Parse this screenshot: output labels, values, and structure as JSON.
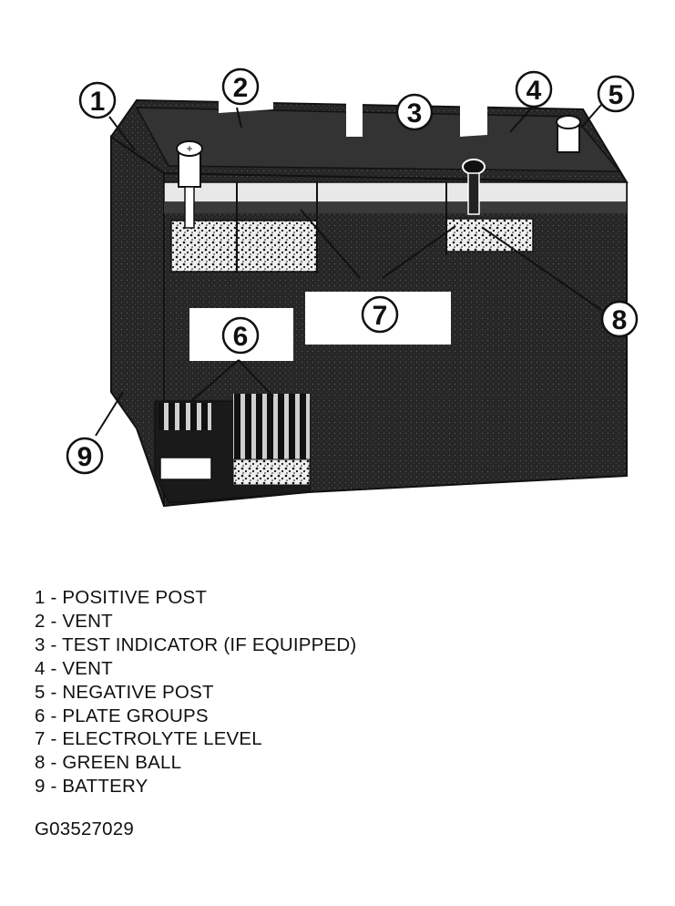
{
  "callouts": [
    "1",
    "2",
    "3",
    "4",
    "5",
    "6",
    "7",
    "8",
    "9"
  ],
  "legend": [
    "1 - POSITIVE POST",
    "2 - VENT",
    "3 - TEST INDICATOR (IF EQUIPPED)",
    "4 - VENT",
    "5 - NEGATIVE POST",
    "6 - PLATE GROUPS",
    "7 - ELECTROLYTE LEVEL",
    "8 - GREEN BALL",
    "9 - BATTERY"
  ],
  "figure_code": "G03527029",
  "colors": {
    "ink": "#111111",
    "paper": "#ffffff",
    "shade": "#2a2a2a"
  }
}
